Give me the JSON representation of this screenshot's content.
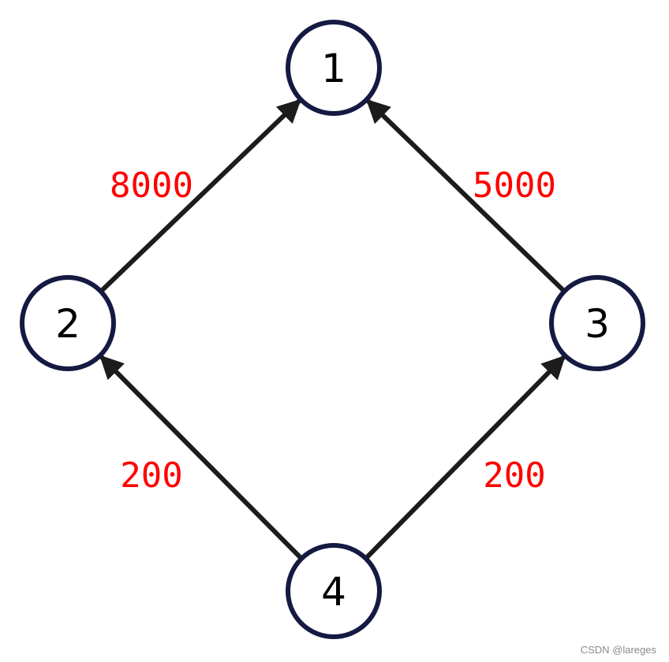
{
  "diagram": {
    "colors": {
      "node_stroke": "#141a42",
      "edge": "#1c1c1c",
      "weight": "#ff0000",
      "label": "#000000"
    },
    "nodes": [
      {
        "id": "1",
        "label": "1"
      },
      {
        "id": "2",
        "label": "2"
      },
      {
        "id": "3",
        "label": "3"
      },
      {
        "id": "4",
        "label": "4"
      }
    ],
    "edges": [
      {
        "from": "2",
        "to": "1",
        "weight": "8000"
      },
      {
        "from": "3",
        "to": "1",
        "weight": "5000"
      },
      {
        "from": "4",
        "to": "2",
        "weight": "200"
      },
      {
        "from": "4",
        "to": "3",
        "weight": "200"
      }
    ]
  },
  "watermark": "CSDN @lareges"
}
